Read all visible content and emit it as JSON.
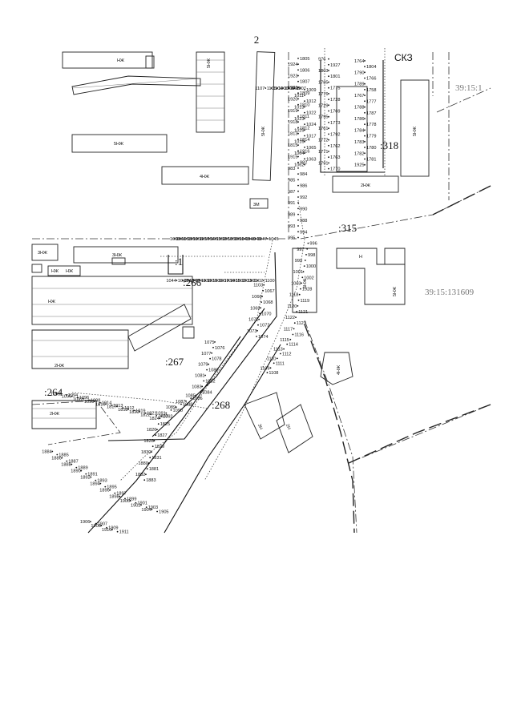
{
  "page": {
    "number": "2"
  },
  "map": {
    "quarters": [
      {
        "id": "q-east-1",
        "label": "39:15:1"
      },
      {
        "id": "q-east-2",
        "label": "39:15:131609"
      }
    ],
    "parcels": [
      {
        "id": "p318",
        "label": ":318"
      },
      {
        "id": "p315",
        "label": ":315"
      },
      {
        "id": "p1",
        "label": ":1"
      },
      {
        "id": "p266",
        "label": ":266"
      },
      {
        "id": "p267",
        "label": ":267"
      },
      {
        "id": "p268",
        "label": ":268"
      },
      {
        "id": "p264",
        "label": ":264"
      }
    ],
    "marker": {
      "label": "СКЗ"
    },
    "buildings": [
      "НЖ",
      "5НЖ",
      "5НЖ",
      "4НЖ",
      "3М",
      "2НЖ",
      "3НЖ",
      "3НЖ",
      "НЖ",
      "НЖ",
      "5НЖ",
      "5НЖ",
      "Н",
      "НЖ",
      "2НЖ",
      "5НЖ",
      "4НЖ",
      "3Н",
      "2Н",
      "5НЖ",
      "2НЖ"
    ],
    "points": [
      "976",
      "1927",
      "1803",
      "1801",
      "1785",
      "1775",
      "1776",
      "1728",
      "1729",
      "1769",
      "1795",
      "1773",
      "1761",
      "1792",
      "1772",
      "1762",
      "1771",
      "1763",
      "1791",
      "1770",
      "1764",
      "1804",
      "1790",
      "1766",
      "1789",
      "1758",
      "1767",
      "1777",
      "1788",
      "1787",
      "1786",
      "1778",
      "1784",
      "1779",
      "1783",
      "1780",
      "1782",
      "1781",
      "1925",
      "1805",
      "1924",
      "1806",
      "1923",
      "1807",
      "1921",
      "1809",
      "1920",
      "1810",
      "1919",
      "1811",
      "1918",
      "1812",
      "1813",
      "1814",
      "1815",
      "1916",
      "1915",
      "982",
      "983",
      "984",
      "985",
      "986",
      "987",
      "992",
      "991",
      "990",
      "989",
      "988",
      "993",
      "994",
      "995",
      "996",
      "997",
      "998",
      "999",
      "1000",
      "1001",
      "1002",
      "1003",
      "1928",
      "1118",
      "1119",
      "1120",
      "1121",
      "1122",
      "1123",
      "1117",
      "1116",
      "1115",
      "1114",
      "1113",
      "1112",
      "1110",
      "1111",
      "1109",
      "1108",
      "1107",
      "1104",
      "1105",
      "1106",
      "1006",
      "1007",
      "1008",
      "1009",
      "1011",
      "1012",
      "1013",
      "1022",
      "1023",
      "1024",
      "1025",
      "1017",
      "1016",
      "1065",
      "1064",
      "1063",
      "1062",
      "1061",
      "1060",
      "1059",
      "1058",
      "1057",
      "1056",
      "1055",
      "1054",
      "1053",
      "1052",
      "1051",
      "1050",
      "1049",
      "1048",
      "1047",
      "1046",
      "1045",
      "1044",
      "1043",
      "1042",
      "1041",
      "1040",
      "1039",
      "1038",
      "1037",
      "1036",
      "1035",
      "1034",
      "1033",
      "1032",
      "1102",
      "1101",
      "1100",
      "1103",
      "1067",
      "1066",
      "1068",
      "1069",
      "1070",
      "1071",
      "1072",
      "1073",
      "1074",
      "1075",
      "1076",
      "1077",
      "1078",
      "1079",
      "1080",
      "1081",
      "1082",
      "1083",
      "1084",
      "1085",
      "1086",
      "1087",
      "1088",
      "1089",
      "1090",
      "1091",
      "1092",
      "1093",
      "1094",
      "1095",
      "1096",
      "1097",
      "1098",
      "1099",
      "1914",
      "1816",
      "1913",
      "1817",
      "1912",
      "1818",
      "1819",
      "1820",
      "1821",
      "1822",
      "1823",
      "1824",
      "1825",
      "1826",
      "1827",
      "1828",
      "1829",
      "1830",
      "1831",
      "1880",
      "1881",
      "1882",
      "1883",
      "1884",
      "1885",
      "1886",
      "1887",
      "1888",
      "1889",
      "1890",
      "1891",
      "1892",
      "1893",
      "1894",
      "1895",
      "1896",
      "1897",
      "1898",
      "1899",
      "1900",
      "1901",
      "1902",
      "1903",
      "1904",
      "1905",
      "1906",
      "1907",
      "1908",
      "1909",
      "1910",
      "1911"
    ]
  }
}
